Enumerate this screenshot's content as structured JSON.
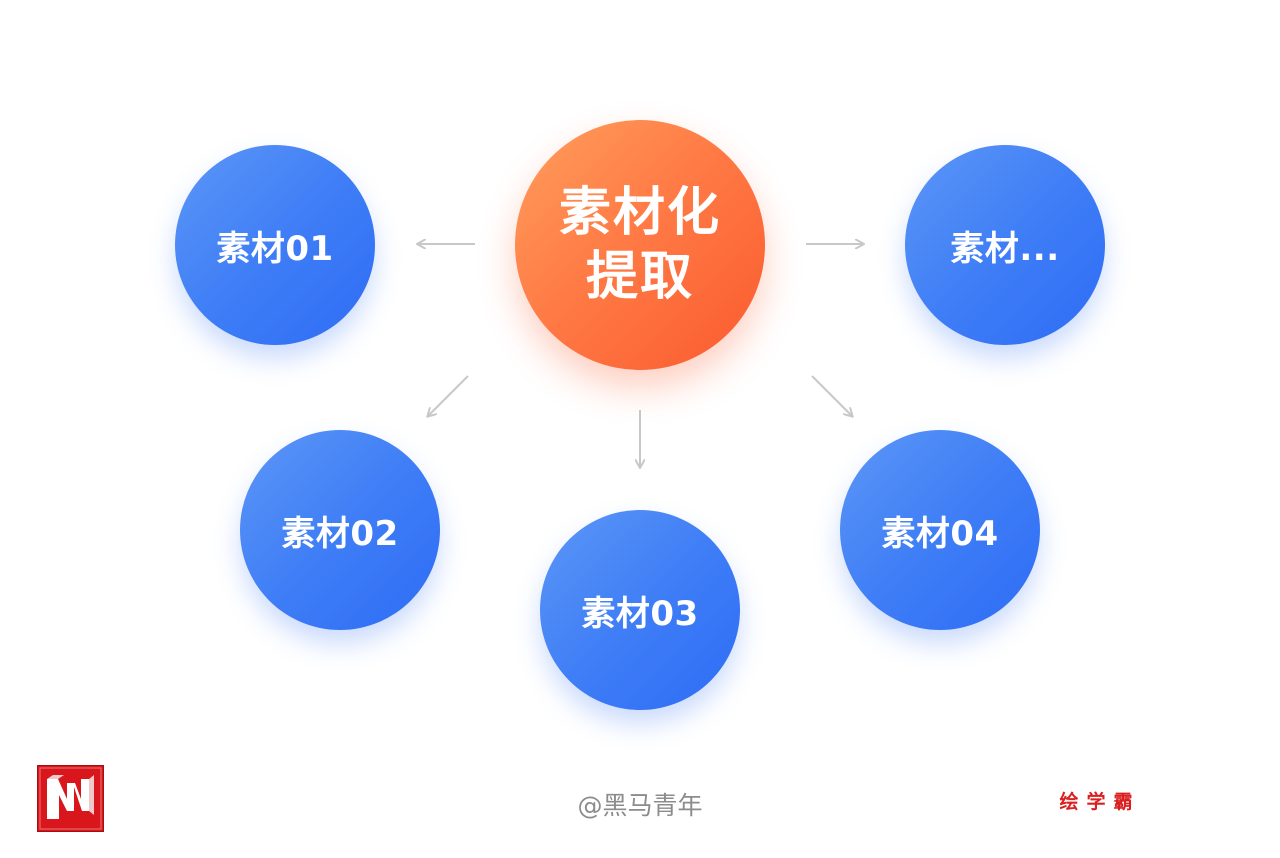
{
  "center": {
    "line1": "素材化",
    "line2": "提取"
  },
  "nodes": {
    "n01": "素材01",
    "n02": "素材02",
    "n03": "素材03",
    "n04": "素材04",
    "more": "素材..."
  },
  "footer": {
    "watermark": "@黑马青年",
    "brand": "绘学霸"
  },
  "colors": {
    "node_blue": "#3f7ef6",
    "center_orange": "#ff7b45",
    "arrow_gray": "#c8c8c8",
    "logo_red": "#d8161b",
    "brand_red": "#d91f1f"
  }
}
